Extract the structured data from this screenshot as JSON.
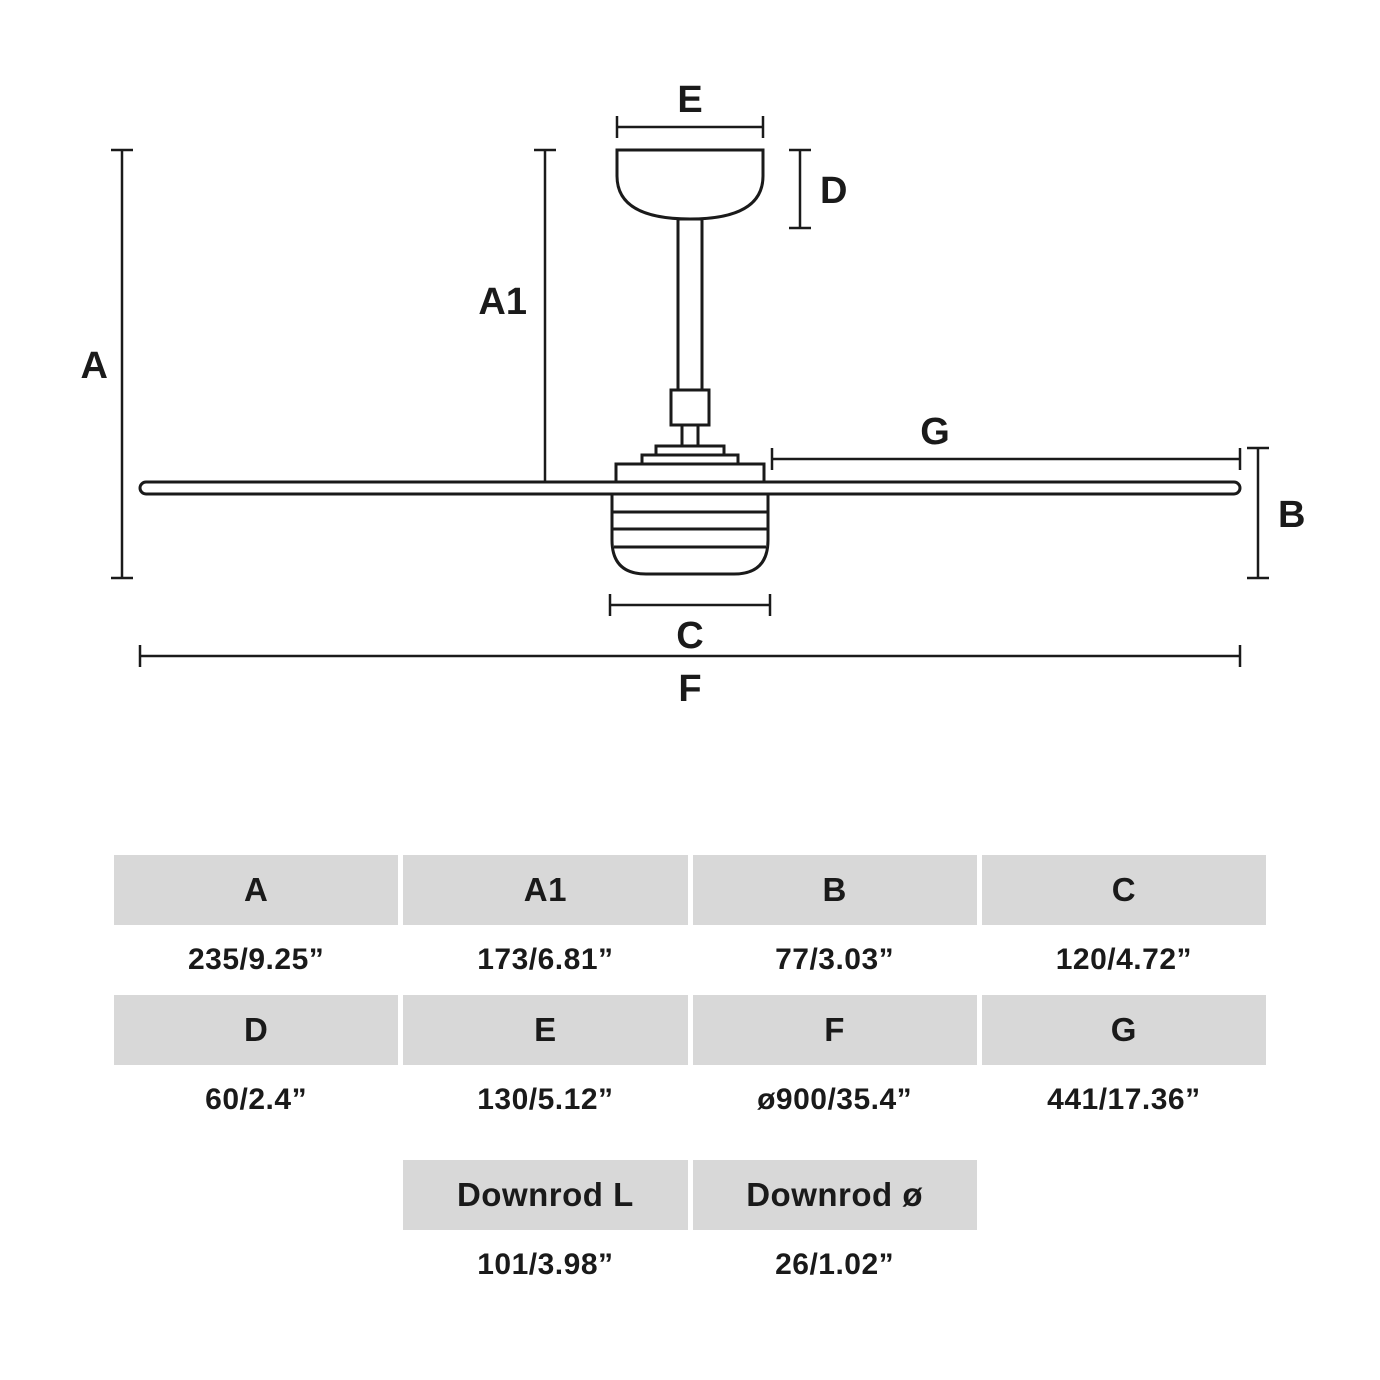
{
  "diagram": {
    "labels": {
      "a": "A",
      "a1": "A1",
      "b": "B",
      "c": "C",
      "d": "D",
      "e": "E",
      "f": "F",
      "g": "G"
    }
  },
  "table": {
    "row1": {
      "headers": [
        "A",
        "A1",
        "B",
        "C"
      ],
      "values": [
        "235/9.25”",
        "173/6.81”",
        "77/3.03”",
        "120/4.72”"
      ]
    },
    "row2": {
      "headers": [
        "D",
        "E",
        "F",
        "G"
      ],
      "values": [
        "60/2.4”",
        "130/5.12”",
        "ø900/35.4”",
        "441/17.36”"
      ]
    },
    "row3": {
      "headers": [
        "Downrod L",
        "Downrod ø"
      ],
      "values": [
        "101/3.98”",
        "26/1.02”"
      ]
    }
  },
  "colors": {
    "line_color": "#1a1a1a",
    "table_header_bg": "#d8d8d8",
    "background": "#ffffff"
  }
}
